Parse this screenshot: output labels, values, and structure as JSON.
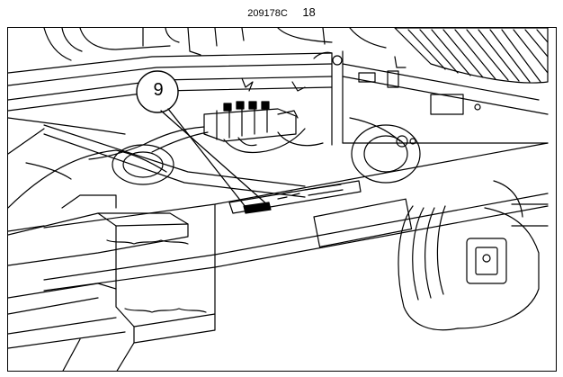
{
  "header": {
    "doc_code": "209178C",
    "page_number": "18"
  },
  "illustration": {
    "callout": "9"
  }
}
